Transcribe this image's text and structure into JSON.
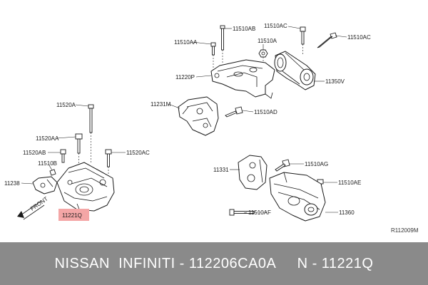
{
  "parts": {
    "p11510AB": "11510AB",
    "p11510AC_top": "11510AC",
    "p11510AC_right": "11510AC",
    "p11510AA": "11510AA",
    "p11510A_top": "11510A",
    "p11220P": "11220P",
    "p11350V": "11350V",
    "p11231M": "11231M",
    "p11510AD": "11510AD",
    "p11520A": "11520A",
    "p11520AA": "11520AA",
    "p11520AB": "11520AB",
    "p11520AC": "11520AC",
    "p11510B": "11510B",
    "p11238": "11238",
    "p11221Q": "11221Q",
    "p11331": "11331",
    "p11510AG": "11510AG",
    "p11510AE": "11510AE",
    "p11510AF": "11510AF",
    "p11360": "11360"
  },
  "front_label": "FRONT",
  "reference_code": "R112009M",
  "highlight_color": "#f4a6a6",
  "footer": {
    "text": "NISSAN  INFINITI - 112206CA0A     N - 11221Q"
  }
}
